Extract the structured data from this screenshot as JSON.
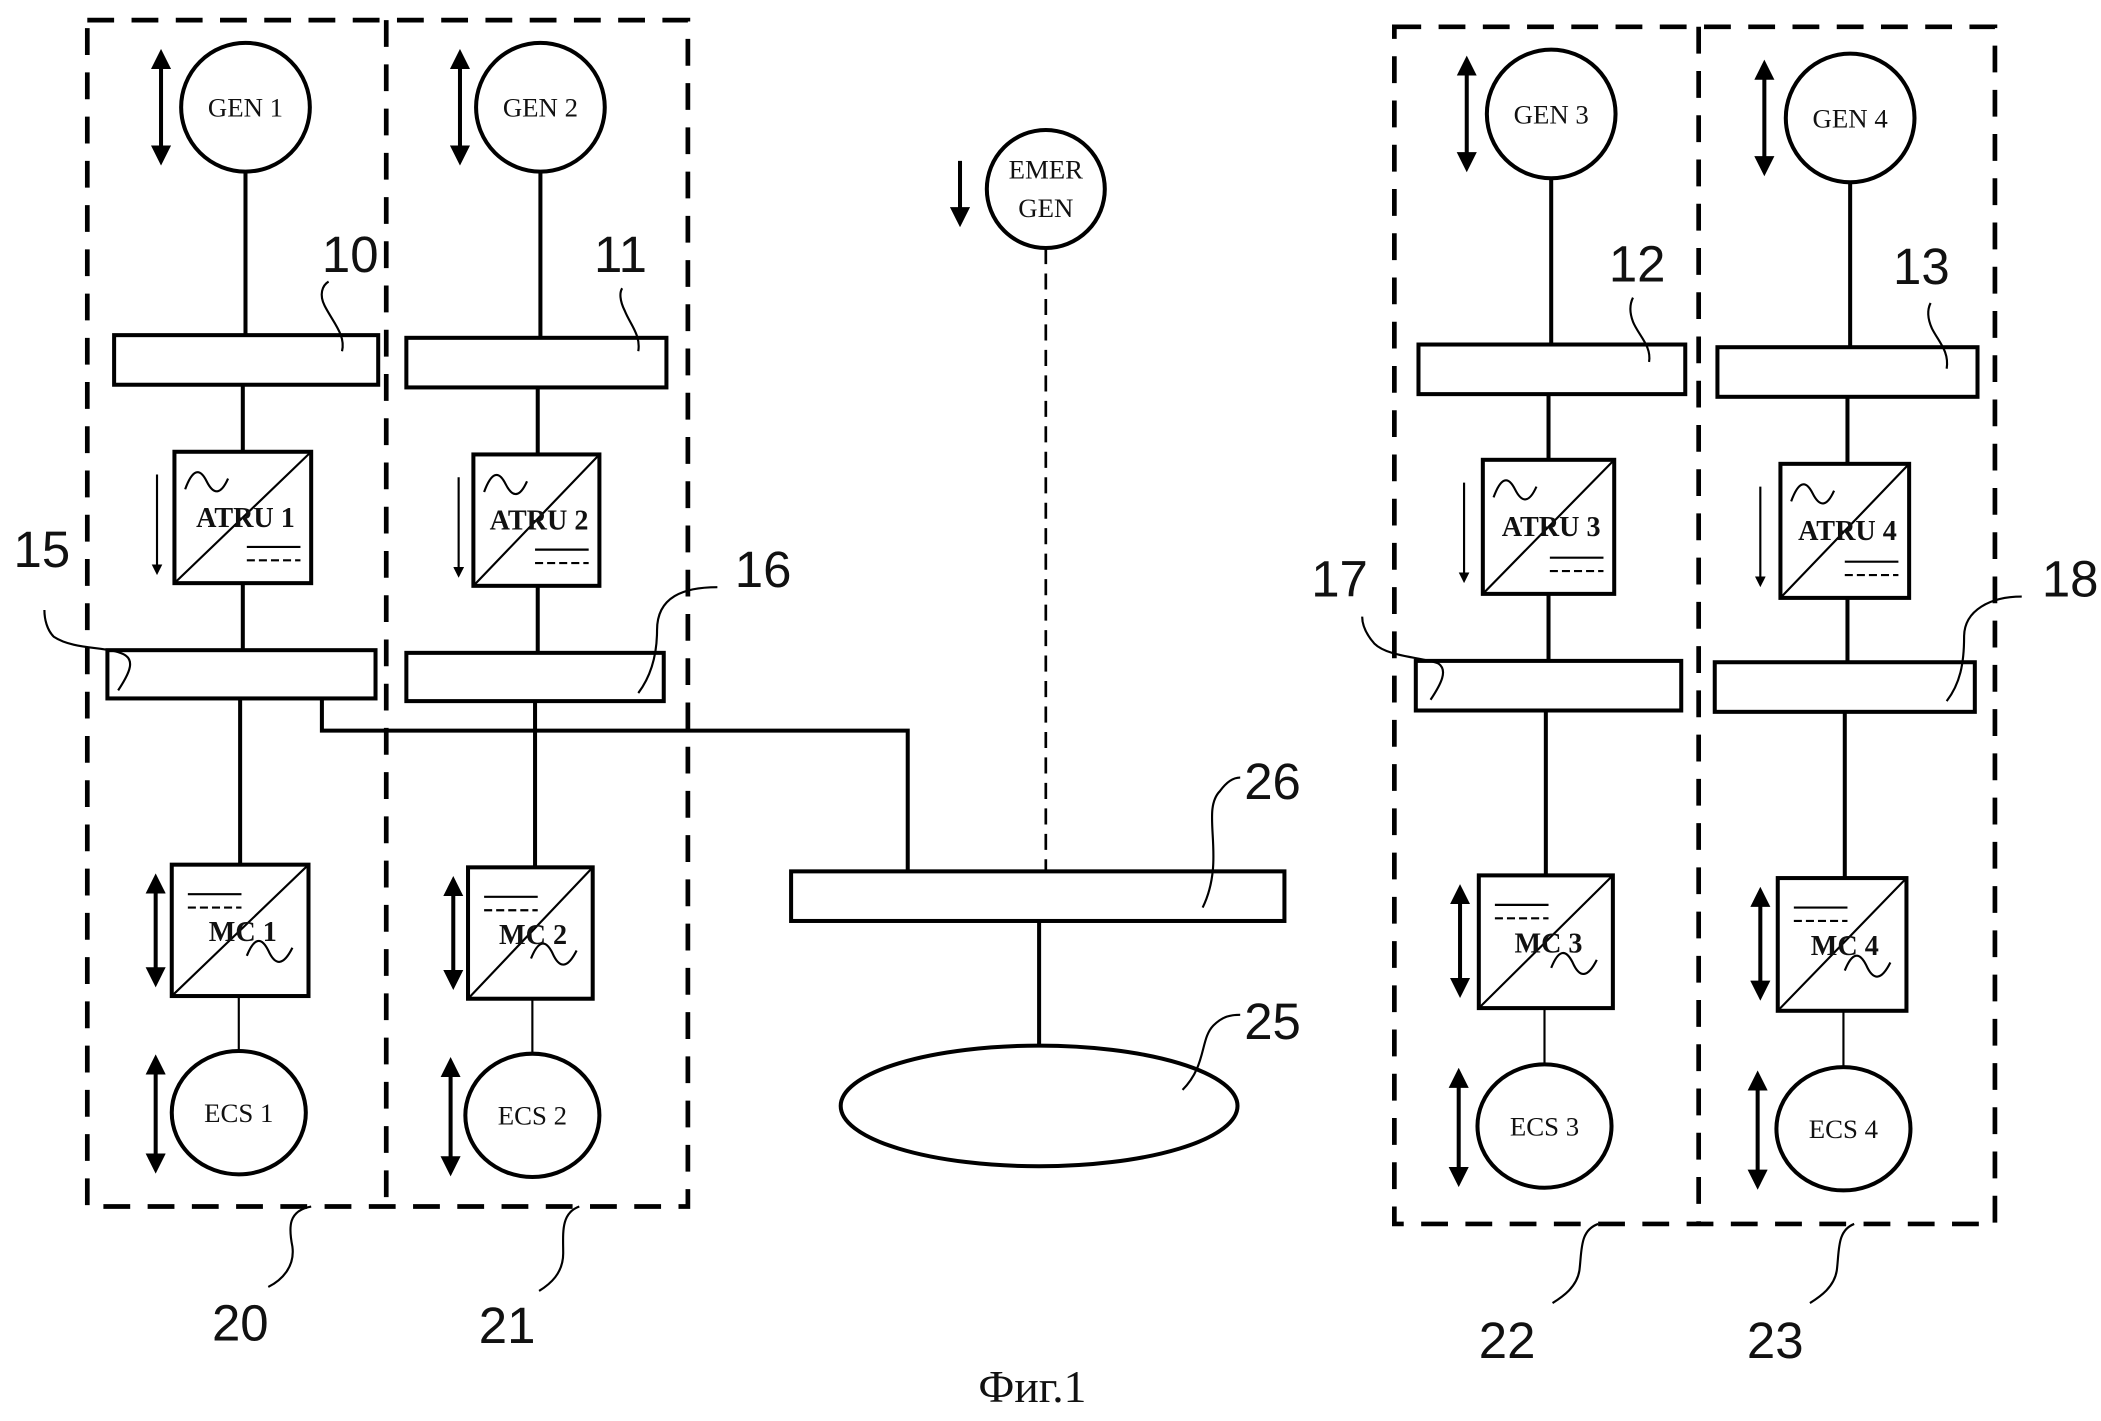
{
  "figure": {
    "caption": "Фиг.1",
    "groups": [
      {
        "ref": "20"
      },
      {
        "ref": "21"
      },
      {
        "ref": "22"
      },
      {
        "ref": "23"
      }
    ],
    "channels": [
      {
        "gen": "GEN 1",
        "atru": "ATRU 1",
        "mc": "MC 1",
        "ecs": "ECS 1",
        "ac_bus_ref": "10",
        "dc_bus_ref": "15"
      },
      {
        "gen": "GEN 2",
        "atru": "ATRU 2",
        "mc": "MC 2",
        "ecs": "ECS 2",
        "ac_bus_ref": "11",
        "dc_bus_ref": "16"
      },
      {
        "gen": "GEN 3",
        "atru": "ATRU 3",
        "mc": "MC 3",
        "ecs": "ECS 3",
        "ac_bus_ref": "12",
        "dc_bus_ref": "17"
      },
      {
        "gen": "GEN 4",
        "atru": "ATRU 4",
        "mc": "MC 4",
        "ecs": "ECS 4",
        "ac_bus_ref": "13",
        "dc_bus_ref": "18"
      }
    ],
    "emergency_generator": {
      "line1": "EMER",
      "line2": "GEN"
    },
    "emergency_bus_ref": "26",
    "load_ref": "25"
  }
}
